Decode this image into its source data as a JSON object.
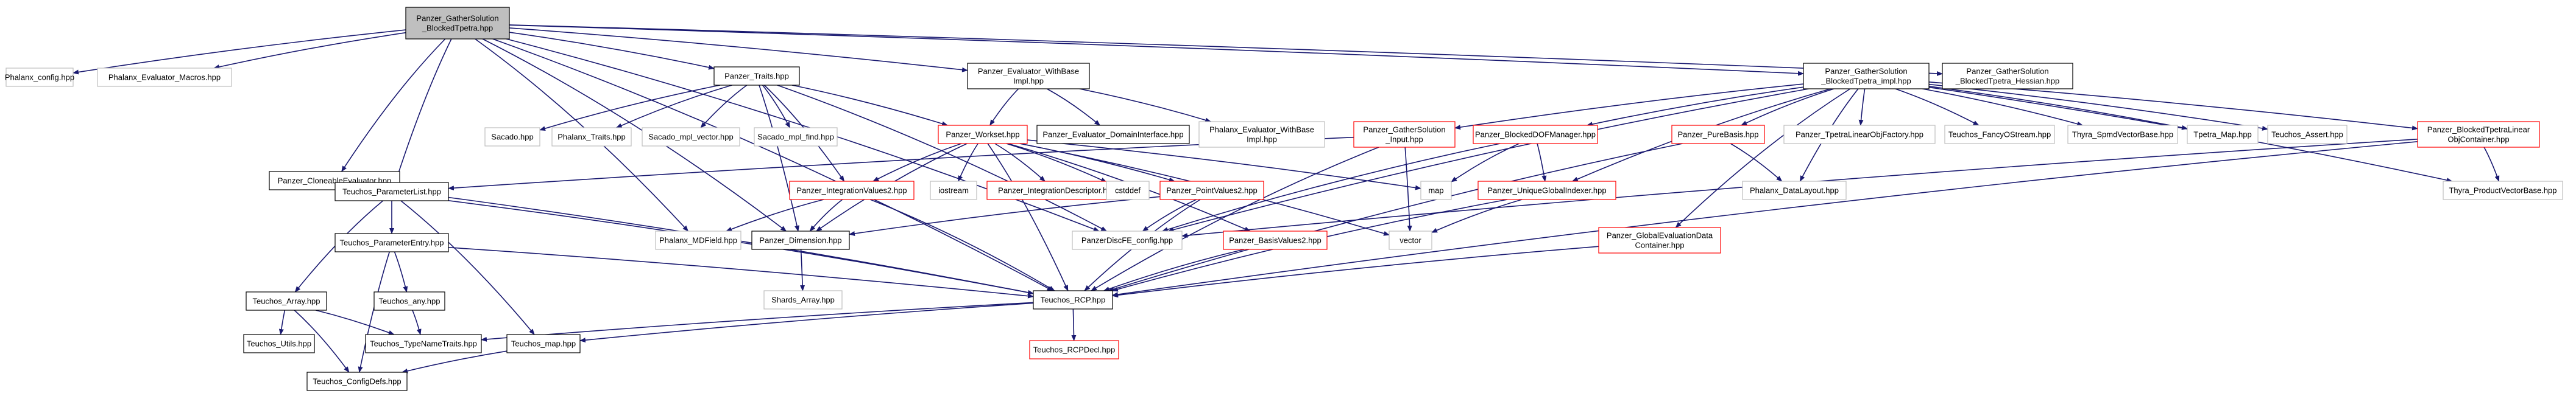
{
  "title": "Panzer_GatherSolution_BlockedTpetra.hpp",
  "colors": {
    "root_fill": "#bfbfbf",
    "node_border_black": "#000000",
    "node_border_gray": "#bfbfbf",
    "node_border_red": "#ff0000",
    "edge": "#191970",
    "background": "#ffffff"
  },
  "nodes": [
    {
      "id": "root",
      "lines": [
        "Panzer_GatherSolution",
        "_BlockedTpetra.hpp"
      ],
      "border": "root"
    },
    {
      "id": "phalanx_config",
      "lines": [
        "Phalanx_config.hpp"
      ],
      "border": "gray"
    },
    {
      "id": "phalanx_eval_macros",
      "lines": [
        "Phalanx_Evaluator_Macros.hpp"
      ],
      "border": "gray"
    },
    {
      "id": "panzer_traits",
      "lines": [
        "Panzer_Traits.hpp"
      ],
      "border": "black"
    },
    {
      "id": "panzer_eval_withbase",
      "lines": [
        "Panzer_Evaluator_WithBase",
        "Impl.hpp"
      ],
      "border": "black"
    },
    {
      "id": "gather_impl",
      "lines": [
        "Panzer_GatherSolution",
        "_BlockedTpetra_impl.hpp"
      ],
      "border": "black"
    },
    {
      "id": "gather_hessian",
      "lines": [
        "Panzer_GatherSolution",
        "_BlockedTpetra_Hessian.hpp"
      ],
      "border": "black"
    },
    {
      "id": "cloneable",
      "lines": [
        "Panzer_CloneableEvaluator.hpp"
      ],
      "border": "black"
    },
    {
      "id": "sacado",
      "lines": [
        "Sacado.hpp"
      ],
      "border": "gray"
    },
    {
      "id": "phalanx_traits",
      "lines": [
        "Phalanx_Traits.hpp"
      ],
      "border": "gray"
    },
    {
      "id": "sacado_mpl_vector",
      "lines": [
        "Sacado_mpl_vector.hpp"
      ],
      "border": "gray"
    },
    {
      "id": "sacado_mpl_find",
      "lines": [
        "Sacado_mpl_find.hpp"
      ],
      "border": "gray"
    },
    {
      "id": "panzer_workset",
      "lines": [
        "Panzer_Workset.hpp"
      ],
      "border": "red"
    },
    {
      "id": "panzer_eval_domain",
      "lines": [
        "Panzer_Evaluator_DomainInterface.hpp"
      ],
      "border": "black"
    },
    {
      "id": "phalanx_eval_withbase",
      "lines": [
        "Phalanx_Evaluator_WithBase",
        "Impl.hpp"
      ],
      "border": "gray"
    },
    {
      "id": "gather_input",
      "lines": [
        "Panzer_GatherSolution",
        "_Input.hpp"
      ],
      "border": "red"
    },
    {
      "id": "blocked_dof",
      "lines": [
        "Panzer_BlockedDOFManager.hpp"
      ],
      "border": "red"
    },
    {
      "id": "pure_basis",
      "lines": [
        "Panzer_PureBasis.hpp"
      ],
      "border": "red"
    },
    {
      "id": "tpetra_factory",
      "lines": [
        "Panzer_TpetraLinearObjFactory.hpp"
      ],
      "border": "gray"
    },
    {
      "id": "fancy_ostream",
      "lines": [
        "Teuchos_FancyOStream.hpp"
      ],
      "border": "gray"
    },
    {
      "id": "thyra_spmd",
      "lines": [
        "Thyra_SpmdVectorBase.hpp"
      ],
      "border": "gray"
    },
    {
      "id": "tpetra_map",
      "lines": [
        "Tpetra_Map.hpp"
      ],
      "border": "gray"
    },
    {
      "id": "teuchos_assert",
      "lines": [
        "Teuchos_Assert.hpp"
      ],
      "border": "gray"
    },
    {
      "id": "blocked_tpetra_container",
      "lines": [
        "Panzer_BlockedTpetraLinear",
        "ObjContainer.hpp"
      ],
      "border": "red"
    },
    {
      "id": "param_list",
      "lines": [
        "Teuchos_ParameterList.hpp"
      ],
      "border": "black"
    },
    {
      "id": "iostream",
      "lines": [
        "iostream"
      ],
      "border": "gray"
    },
    {
      "id": "integration_descriptor",
      "lines": [
        "Panzer_IntegrationDescriptor.hpp"
      ],
      "border": "red"
    },
    {
      "id": "cstddef",
      "lines": [
        "cstddef"
      ],
      "border": "gray"
    },
    {
      "id": "map",
      "lines": [
        "map"
      ],
      "border": "gray"
    },
    {
      "id": "unique_global_indexer",
      "lines": [
        "Panzer_UniqueGlobalIndexer.hpp"
      ],
      "border": "red"
    },
    {
      "id": "phalanx_datalayout",
      "lines": [
        "Phalanx_DataLayout.hpp"
      ],
      "border": "gray"
    },
    {
      "id": "thyra_product",
      "lines": [
        "Thyra_ProductVectorBase.hpp"
      ],
      "border": "gray"
    },
    {
      "id": "integration_values",
      "lines": [
        "Panzer_IntegrationValues2.hpp"
      ],
      "border": "red"
    },
    {
      "id": "point_values",
      "lines": [
        "Panzer_PointValues2.hpp"
      ],
      "border": "red"
    },
    {
      "id": "param_entry",
      "lines": [
        "Teuchos_ParameterEntry.hpp"
      ],
      "border": "black"
    },
    {
      "id": "phalanx_mdfield",
      "lines": [
        "Phalanx_MDField.hpp"
      ],
      "border": "gray"
    },
    {
      "id": "panzer_dimension",
      "lines": [
        "Panzer_Dimension.hpp"
      ],
      "border": "black"
    },
    {
      "id": "panzer_discfe_config",
      "lines": [
        "PanzerDiscFE_config.hpp"
      ],
      "border": "gray"
    },
    {
      "id": "vector",
      "lines": [
        "vector"
      ],
      "border": "gray"
    },
    {
      "id": "global_eval_data",
      "lines": [
        "Panzer_GlobalEvaluationData",
        "Container.hpp"
      ],
      "border": "red"
    },
    {
      "id": "basis_values",
      "lines": [
        "Panzer_BasisValues2.hpp"
      ],
      "border": "red"
    },
    {
      "id": "teuchos_array",
      "lines": [
        "Teuchos_Array.hpp"
      ],
      "border": "black"
    },
    {
      "id": "teuchos_any",
      "lines": [
        "Teuchos_any.hpp"
      ],
      "border": "black"
    },
    {
      "id": "shards_array",
      "lines": [
        "Shards_Array.hpp"
      ],
      "border": "gray"
    },
    {
      "id": "teuchos_rcp",
      "lines": [
        "Teuchos_RCP.hpp"
      ],
      "border": "black"
    },
    {
      "id": "teuchos_utils",
      "lines": [
        "Teuchos_Utils.hpp"
      ],
      "border": "black"
    },
    {
      "id": "type_name_traits",
      "lines": [
        "Teuchos_TypeNameTraits.hpp"
      ],
      "border": "black"
    },
    {
      "id": "teuchos_map",
      "lines": [
        "Teuchos_map.hpp"
      ],
      "border": "black"
    },
    {
      "id": "rcp_decl",
      "lines": [
        "Teuchos_RCPDecl.hpp"
      ],
      "border": "red"
    },
    {
      "id": "config_defs",
      "lines": [
        "Teuchos_ConfigDefs.hpp"
      ],
      "border": "black"
    }
  ],
  "edges": [
    [
      "root",
      "phalanx_config"
    ],
    [
      "root",
      "phalanx_eval_macros"
    ],
    [
      "root",
      "panzer_traits"
    ],
    [
      "root",
      "panzer_eval_withbase"
    ],
    [
      "root",
      "gather_impl"
    ],
    [
      "root",
      "gather_hessian"
    ],
    [
      "root",
      "cloneable"
    ],
    [
      "root",
      "param_list"
    ],
    [
      "root",
      "panzer_dimension"
    ],
    [
      "root",
      "phalanx_mdfield"
    ],
    [
      "root",
      "panzer_discfe_config"
    ],
    [
      "root",
      "teuchos_rcp"
    ],
    [
      "panzer_traits",
      "sacado"
    ],
    [
      "panzer_traits",
      "phalanx_traits"
    ],
    [
      "panzer_traits",
      "sacado_mpl_vector"
    ],
    [
      "panzer_traits",
      "sacado_mpl_find"
    ],
    [
      "panzer_traits",
      "panzer_workset"
    ],
    [
      "panzer_traits",
      "panzer_discfe_config"
    ],
    [
      "panzer_traits",
      "integration_values"
    ],
    [
      "panzer_traits",
      "panzer_dimension"
    ],
    [
      "panzer_eval_withbase",
      "panzer_workset"
    ],
    [
      "panzer_eval_withbase",
      "panzer_eval_domain"
    ],
    [
      "panzer_eval_withbase",
      "phalanx_eval_withbase"
    ],
    [
      "gather_impl",
      "gather_input"
    ],
    [
      "gather_impl",
      "blocked_dof"
    ],
    [
      "gather_impl",
      "pure_basis"
    ],
    [
      "gather_impl",
      "tpetra_factory"
    ],
    [
      "gather_impl",
      "fancy_ostream"
    ],
    [
      "gather_impl",
      "thyra_spmd"
    ],
    [
      "gather_impl",
      "tpetra_map"
    ],
    [
      "gather_impl",
      "teuchos_assert"
    ],
    [
      "gather_impl",
      "blocked_tpetra_container"
    ],
    [
      "gather_impl",
      "thyra_product"
    ],
    [
      "gather_impl",
      "phalanx_datalayout"
    ],
    [
      "gather_impl",
      "global_eval_data"
    ],
    [
      "gather_impl",
      "unique_global_indexer"
    ],
    [
      "gather_impl",
      "panzer_discfe_config"
    ],
    [
      "cloneable",
      "param_list"
    ],
    [
      "cloneable",
      "teuchos_rcp"
    ],
    [
      "panzer_workset",
      "iostream"
    ],
    [
      "panzer_workset",
      "integration_descriptor"
    ],
    [
      "panzer_workset",
      "cstddef"
    ],
    [
      "panzer_workset",
      "map"
    ],
    [
      "panzer_workset",
      "integration_values"
    ],
    [
      "panzer_workset",
      "point_values"
    ],
    [
      "panzer_workset",
      "basis_values"
    ],
    [
      "panzer_workset",
      "vector"
    ],
    [
      "panzer_workset",
      "panzer_dimension"
    ],
    [
      "panzer_workset",
      "teuchos_rcp"
    ],
    [
      "gather_input",
      "param_list"
    ],
    [
      "gather_input",
      "vector"
    ],
    [
      "gather_input",
      "teuchos_rcp"
    ],
    [
      "blocked_dof",
      "map"
    ],
    [
      "blocked_dof",
      "unique_global_indexer"
    ],
    [
      "blocked_dof",
      "panzer_discfe_config"
    ],
    [
      "pure_basis",
      "phalanx_datalayout"
    ],
    [
      "pure_basis",
      "teuchos_rcp"
    ],
    [
      "blocked_tpetra_container",
      "thyra_product"
    ],
    [
      "blocked_tpetra_container",
      "panzer_discfe_config"
    ],
    [
      "blocked_tpetra_container",
      "teuchos_rcp"
    ],
    [
      "unique_global_indexer",
      "vector"
    ],
    [
      "unique_global_indexer",
      "teuchos_rcp"
    ],
    [
      "param_list",
      "param_entry"
    ],
    [
      "param_list",
      "teuchos_array"
    ],
    [
      "param_list",
      "teuchos_map"
    ],
    [
      "param_list",
      "teuchos_rcp"
    ],
    [
      "integration_values",
      "phalanx_mdfield"
    ],
    [
      "integration_values",
      "panzer_dimension"
    ],
    [
      "integration_values",
      "teuchos_rcp"
    ],
    [
      "point_values",
      "panzer_dimension"
    ],
    [
      "point_values",
      "panzer_discfe_config"
    ],
    [
      "point_values",
      "teuchos_rcp"
    ],
    [
      "param_entry",
      "teuchos_any"
    ],
    [
      "param_entry",
      "config_defs"
    ],
    [
      "param_entry",
      "teuchos_rcp"
    ],
    [
      "panzer_dimension",
      "shards_array"
    ],
    [
      "global_eval_data",
      "teuchos_rcp"
    ],
    [
      "basis_values",
      "teuchos_rcp"
    ],
    [
      "teuchos_array",
      "teuchos_utils"
    ],
    [
      "teuchos_array",
      "type_name_traits"
    ],
    [
      "teuchos_array",
      "config_defs"
    ],
    [
      "teuchos_any",
      "type_name_traits"
    ],
    [
      "teuchos_rcp",
      "type_name_traits"
    ],
    [
      "teuchos_rcp",
      "teuchos_map"
    ],
    [
      "teuchos_rcp",
      "rcp_decl"
    ],
    [
      "teuchos_map",
      "config_defs"
    ]
  ]
}
